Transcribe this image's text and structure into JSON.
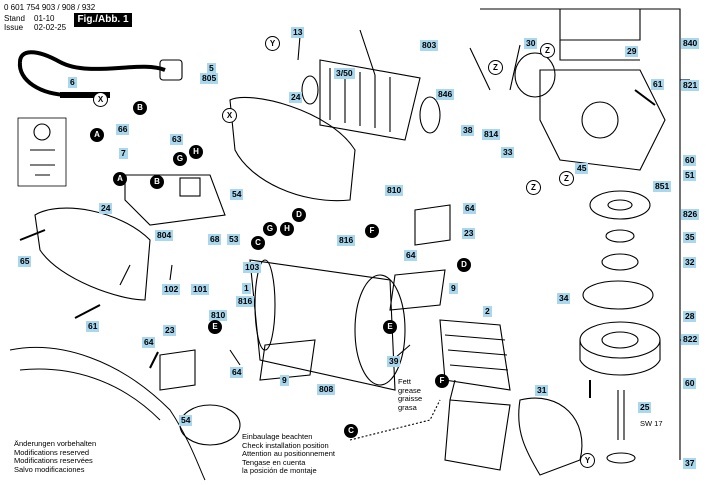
{
  "header": {
    "doc_number": "0 601 754 903 / 908 / 932",
    "stand_label": "Stand",
    "stand_value": "01-10",
    "issue_label": "Issue",
    "issue_value": "02-02-25",
    "fig_label": "Fig./Abb. 1"
  },
  "part_labels": {
    "p13": "13",
    "p803": "803",
    "p30": "30",
    "p840": "840",
    "p29": "29",
    "p5": "5",
    "p805": "805",
    "p6": "6",
    "p350": "3/50",
    "p24a": "24",
    "p61a": "61",
    "p821": "821",
    "p846": "846",
    "p38": "38",
    "p814": "814",
    "p66": "66",
    "p63": "63",
    "p7": "7",
    "p33": "33",
    "p60a": "60",
    "p51": "51",
    "p45": "45",
    "p851": "851",
    "p54": "54",
    "p810a": "810",
    "p64a": "64",
    "p826": "826",
    "p24b": "24",
    "p804": "804",
    "p53": "53",
    "p68": "68",
    "p816a": "816",
    "p23a": "23",
    "p35": "35",
    "p64b": "64",
    "p65": "65",
    "p103": "103",
    "p32": "32",
    "p1": "1",
    "p9a": "9",
    "p102": "102",
    "p101": "101",
    "p816b": "816",
    "p34": "34",
    "p2": "2",
    "p61b": "61",
    "p810b": "810",
    "p28": "28",
    "p23b": "23",
    "p822": "822",
    "p64c": "64",
    "p64d": "64",
    "p39": "39",
    "p9b": "9",
    "p808": "808",
    "p60b": "60",
    "p31": "31",
    "p25": "25",
    "p54b": "54",
    "p37": "37"
  },
  "letters": {
    "X": "X",
    "B": "B",
    "A": "A",
    "G": "G",
    "H": "H",
    "D": "D",
    "C": "C",
    "E": "E",
    "F": "F",
    "Y": "Y",
    "Z": "Z"
  },
  "notes": {
    "grease": [
      "Fett",
      "grease",
      "graisse",
      "grasa"
    ],
    "sw": "SW 17",
    "changes": [
      "Änderungen vorbehalten",
      "Modifications reserved",
      "Modifications reservées",
      "Salvo modificaciones"
    ],
    "install": [
      "Einbaulage beachten",
      "Check installation position",
      "Attention au positionnement",
      "Tengase en cuenta",
      "la posición de montaje"
    ]
  }
}
